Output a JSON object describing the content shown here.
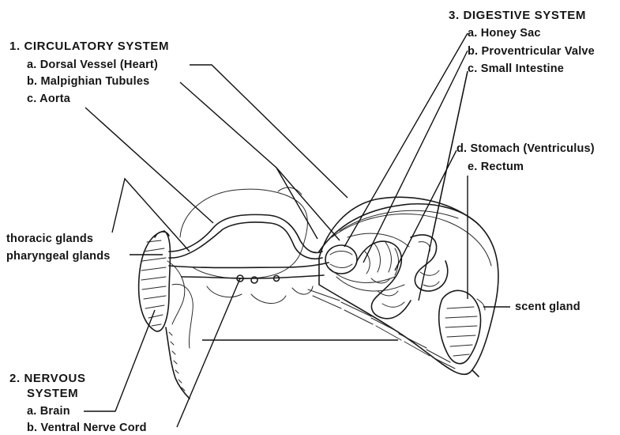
{
  "circulatory": {
    "heading": "1. CIRCULATORY SYSTEM",
    "a": "a. Dorsal Vessel (Heart)",
    "b": "b. Malpighian Tubules",
    "c": "c. Aorta"
  },
  "digestive": {
    "heading": "3. DIGESTIVE SYSTEM",
    "a": "a. Honey Sac",
    "b": "b. Proventricular Valve",
    "c": "c. Small Intestine",
    "d": "d. Stomach (Ventriculus)",
    "e": "e. Rectum"
  },
  "glands": {
    "thoracic": "thoracic glands",
    "pharyngeal": "pharyngeal glands",
    "scent": "scent gland"
  },
  "nervous": {
    "heading_line1": "2. NERVOUS",
    "heading_line2": "SYSTEM",
    "a": "a. Brain",
    "b": "b. Ventral Nerve Cord"
  }
}
